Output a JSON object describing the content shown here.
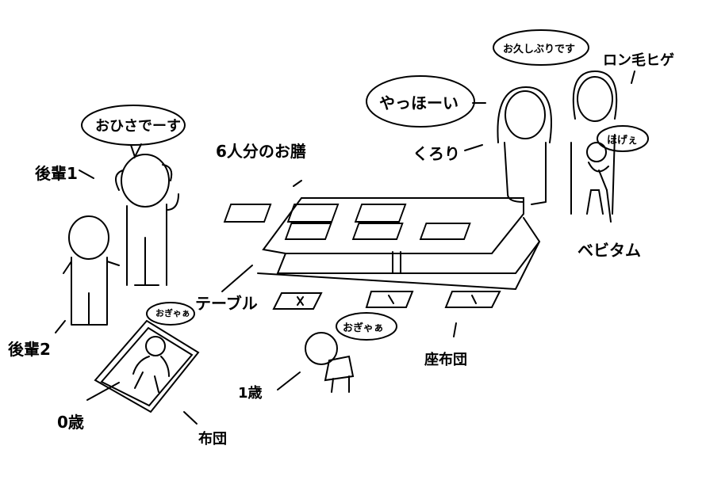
{
  "labels": {
    "kouhai1": "後輩1",
    "kouhai2": "後輩2",
    "ohisa": "おひさでーす",
    "ozen": "6人分のお膳",
    "yahhoi": "やっほーい",
    "kurori": "くろり",
    "ohisashiburi": "お久しぶりです",
    "ronge": "ロン毛ヒゲ",
    "hogee": "ほげぇ",
    "bebitamu": "ベビタム",
    "table": "テーブル",
    "ogyaa_baby": "おぎゃぁ",
    "age0": "0歳",
    "futon": "布団",
    "ogyaa_toddler": "おぎゃぁ",
    "age1": "1歳",
    "zabuton": "座布団"
  }
}
